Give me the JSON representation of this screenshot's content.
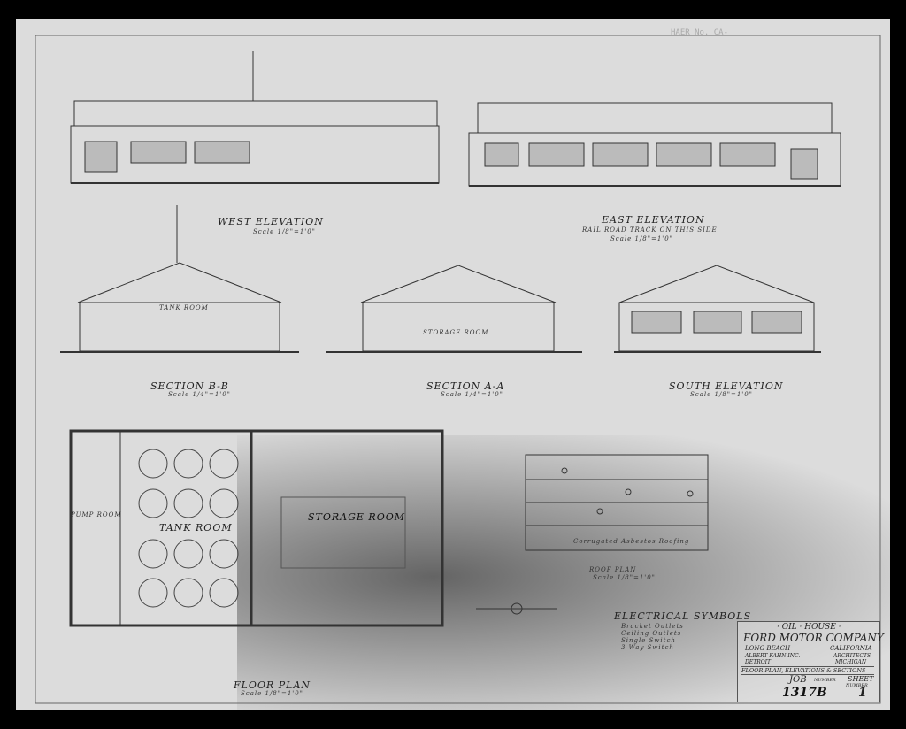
{
  "header": {
    "haer_number": "HAER No. CA-"
  },
  "drawings": {
    "west_elevation": {
      "title": "WEST ELEVATION",
      "scale": "Scale 1/8\"=1'0\""
    },
    "east_elevation": {
      "title": "EAST ELEVATION",
      "note": "RAIL ROAD TRACK ON THIS SIDE",
      "scale": "Scale 1/8\"=1'0\""
    },
    "section_bb": {
      "title": "SECTION B-B",
      "scale": "Scale 1/4\"=1'0\"",
      "room": "TANK ROOM"
    },
    "section_aa": {
      "title": "SECTION A-A",
      "scale": "Scale 1/4\"=1'0\"",
      "room": "STORAGE ROOM"
    },
    "south_elevation": {
      "title": "SOUTH ELEVATION",
      "scale": "Scale 1/8\"=1'0\""
    },
    "floor_plan": {
      "title": "FLOOR PLAN",
      "scale": "Scale 1/8\"=1'0\"",
      "tank_room": "TANK ROOM",
      "storage_room": "STORAGE ROOM",
      "pump_room": "PUMP ROOM"
    },
    "roof_plan": {
      "title": "ROOF PLAN",
      "scale": "Scale 1/8\"=1'0\"",
      "note": "Corrugated Asbestos Roofing"
    },
    "electrical": {
      "title": "ELECTRICAL SYMBOLS",
      "items": [
        "Bracket Outlets",
        "Ceiling Outlets",
        "Single Switch",
        "3 Way Switch"
      ]
    }
  },
  "title_block": {
    "building": "· OIL · HOUSE ·",
    "company": "FORD MOTOR COMPANY",
    "city": "LONG BEACH",
    "state": "CALIFORNIA",
    "architect": "ALBERT KAHN INC.",
    "architect_city": "DETROIT",
    "architect_role": "ARCHITECTS",
    "architect_state": "MICHIGAN",
    "sheet_title": "FLOOR PLAN, ELEVATIONS & SECTIONS",
    "job_label": "JOB",
    "job_sub": "NUMBER",
    "job_number": "1317B",
    "sheet_label": "SHEET",
    "sheet_sub": "NUMBER",
    "sheet_number": "1"
  }
}
